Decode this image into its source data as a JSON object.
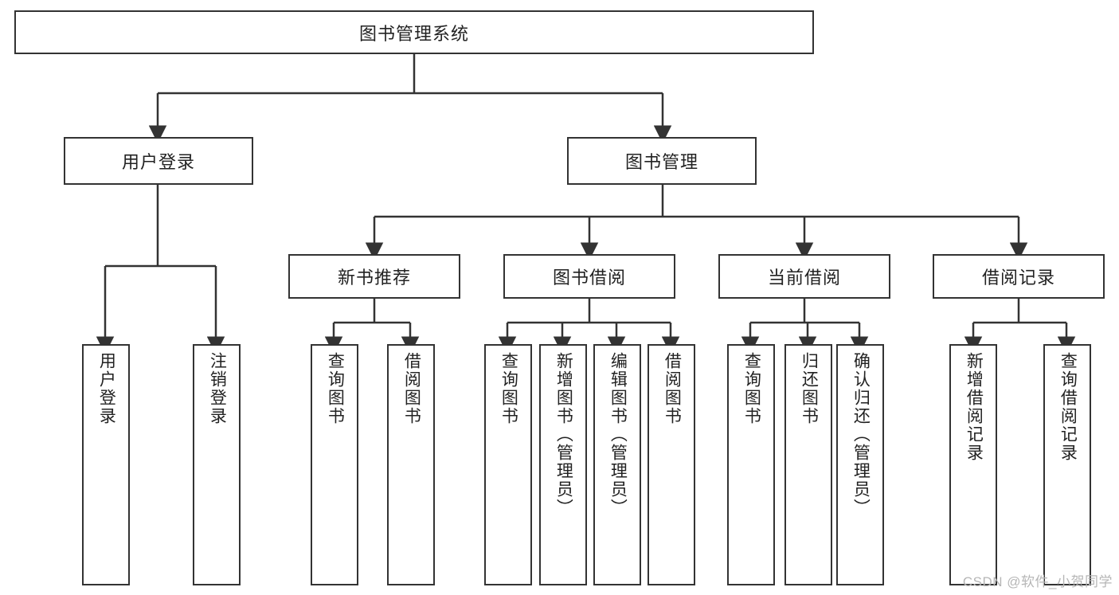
{
  "diagram": {
    "title": "图书管理系统",
    "style": {
      "line_color": "#333333",
      "box_fill": "#ffffff",
      "text_color": "#222222",
      "background": "#ffffff"
    },
    "root": {
      "label": "图书管理系统"
    },
    "level2": [
      {
        "label": "用户登录"
      },
      {
        "label": "图书管理"
      }
    ],
    "level3": [
      {
        "label": "新书推荐"
      },
      {
        "label": "图书借阅"
      },
      {
        "label": "当前借阅"
      },
      {
        "label": "借阅记录"
      }
    ],
    "leaves": {
      "user_login": [
        {
          "label": "用户登录"
        },
        {
          "label": "注销登录"
        }
      ],
      "new_book_recommend": [
        {
          "label": "查询图书"
        },
        {
          "label": "借阅图书"
        }
      ],
      "book_borrow": [
        {
          "label": "查询图书"
        },
        {
          "label": "新增图书（管理员）"
        },
        {
          "label": "编辑图书（管理员）"
        },
        {
          "label": "借阅图书"
        }
      ],
      "current_borrow": [
        {
          "label": "查询图书"
        },
        {
          "label": "归还图书"
        },
        {
          "label": "确认归还（管理员）"
        }
      ],
      "borrow_record": [
        {
          "label": "新增借阅记录"
        },
        {
          "label": "查询借阅记录"
        }
      ]
    },
    "watermark": "CSDN @软件_小贺同学"
  }
}
